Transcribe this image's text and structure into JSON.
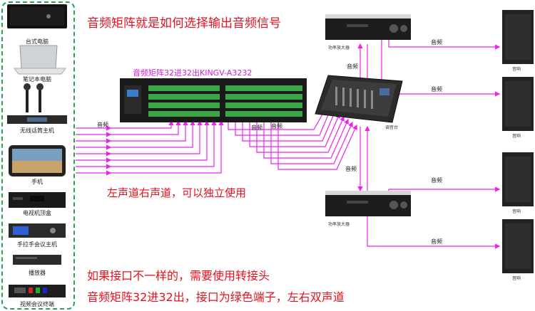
{
  "headline": "音频矩阵就是如何选择输出音频信号",
  "matrix_title": "音频矩阵32进32出KINGV-A3232",
  "channel_note": "左声道右声道，可以独立使用",
  "footer_line1": "如果接口不一样的，需要使用转接头",
  "footer_line2": "音频矩阵32进32出，接口为绿色端子，左右双声道",
  "sources": [
    {
      "label": "台式电脑"
    },
    {
      "label": "笔记本电脑"
    },
    {
      "label": "无线话筒主机"
    },
    {
      "label": "手机"
    },
    {
      "label": "电视机顶盒"
    },
    {
      "label": "手拉手会议主机"
    },
    {
      "label": "播放器"
    },
    {
      "label": "视频会议终端"
    }
  ],
  "edge_label": "音频",
  "amp_label": "功率放大器",
  "mixer_label": "调音台",
  "speaker_label": "音响",
  "colors": {
    "wire": "#ee22ee",
    "headline": "#e8101c",
    "panel_border": "#2e9e5b",
    "matrix_title": "#d21dd6"
  }
}
